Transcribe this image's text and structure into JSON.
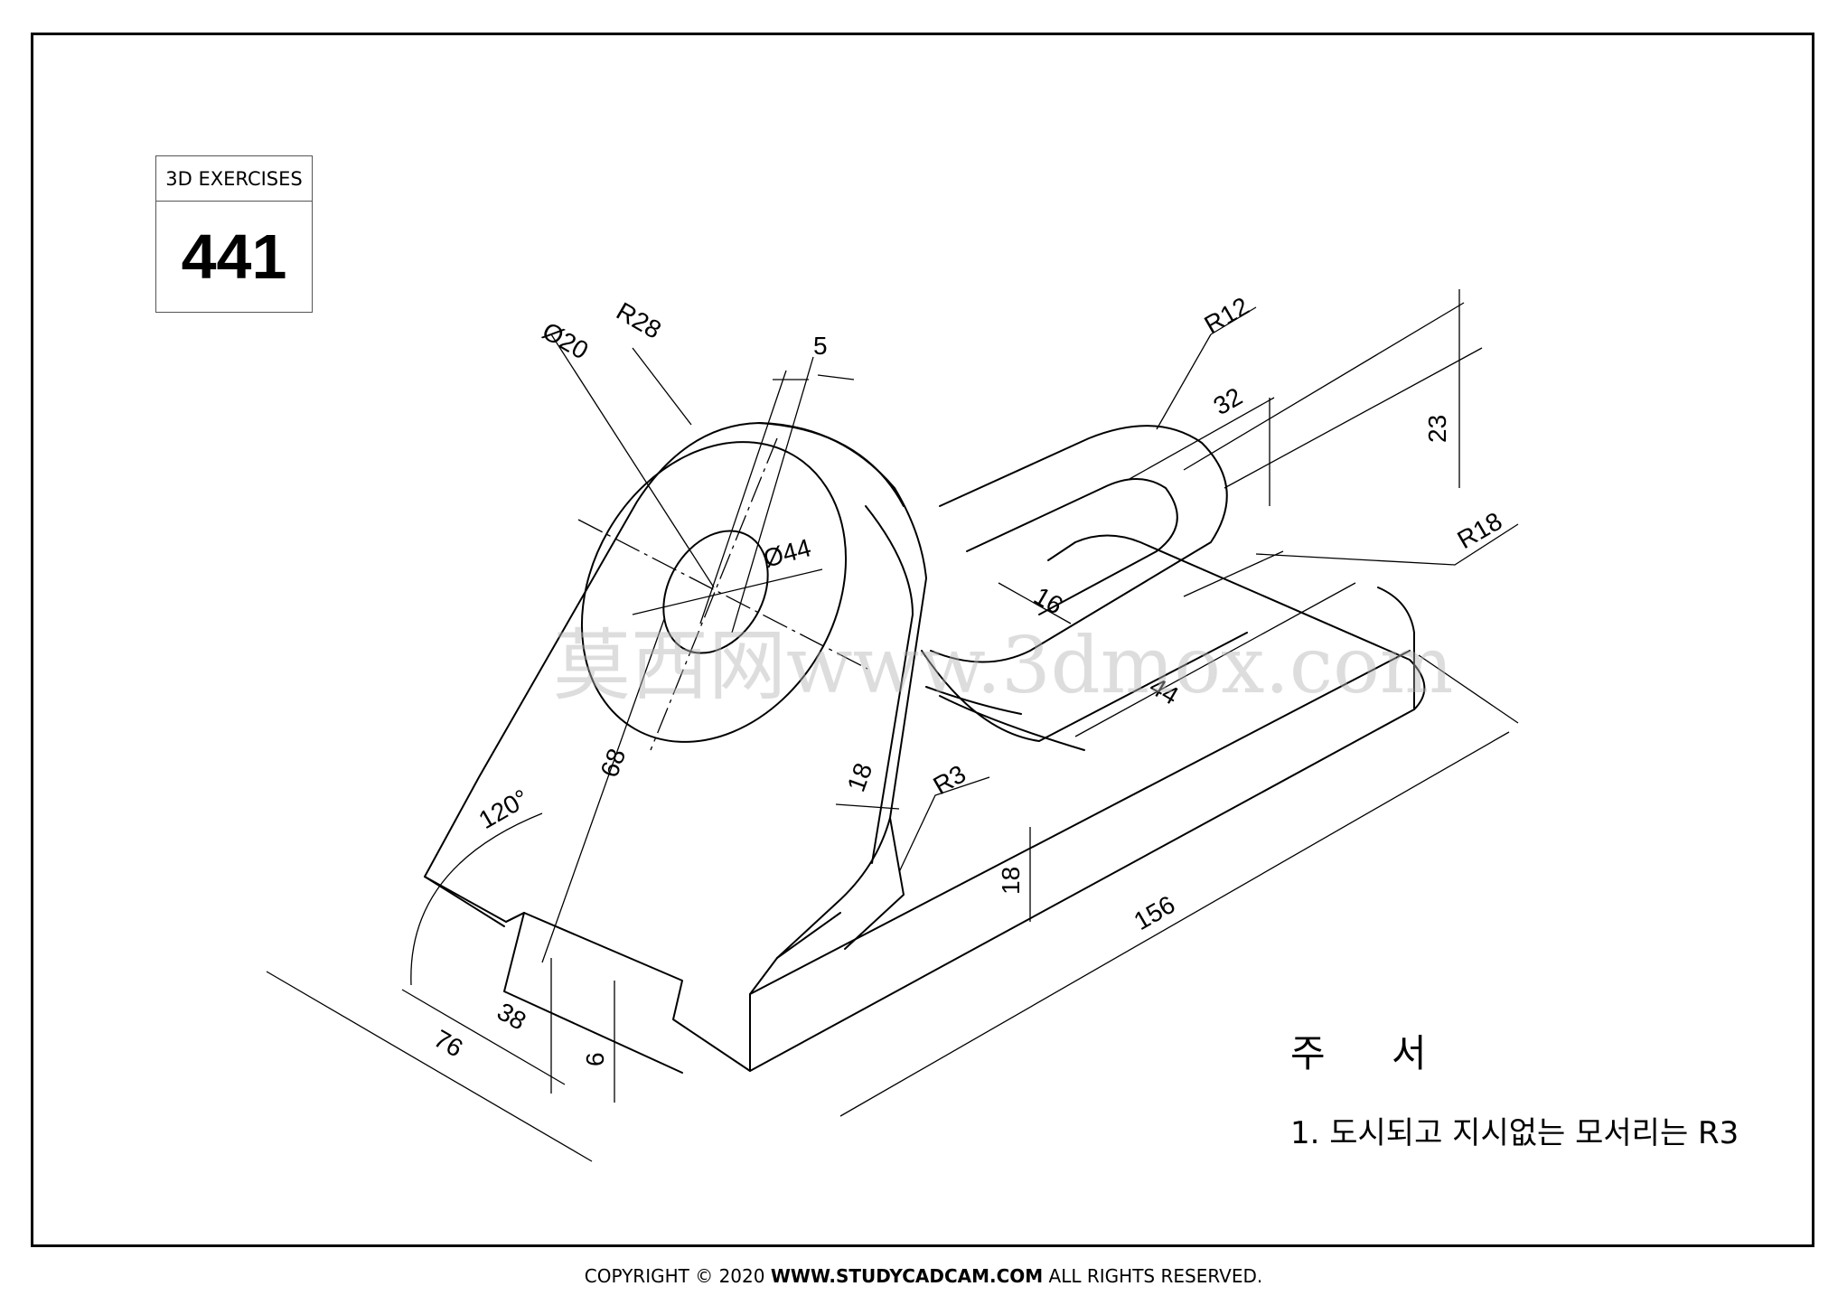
{
  "exercise": {
    "label": "3D EXERCISES",
    "number": "441"
  },
  "dimensions": {
    "d20": "Ø20",
    "r28": "R28",
    "five": "5",
    "d44": "Ø44",
    "r12": "R12",
    "thirtytwo": "32",
    "twentythree": "23",
    "r18": "R18",
    "sixteen": "16",
    "fortyfour": "44",
    "sixtyeight": "68",
    "eighteen_a": "18",
    "r3": "R3",
    "angle120": "120°",
    "eighteen_b": "18",
    "onefiftysix": "156",
    "thirtyeight": "38",
    "six": "6",
    "seventysix": "76"
  },
  "notes": {
    "title": "주 서",
    "item1": "1. 도시되고 지시없는 모서리는 R3"
  },
  "footer": {
    "prefix": "COPYRIGHT © 2020 ",
    "site": "WWW.STUDYCADCAM.COM",
    "suffix": " ALL RIGHTS RESERVED."
  },
  "watermark": "莫西网www.3dmox.com"
}
